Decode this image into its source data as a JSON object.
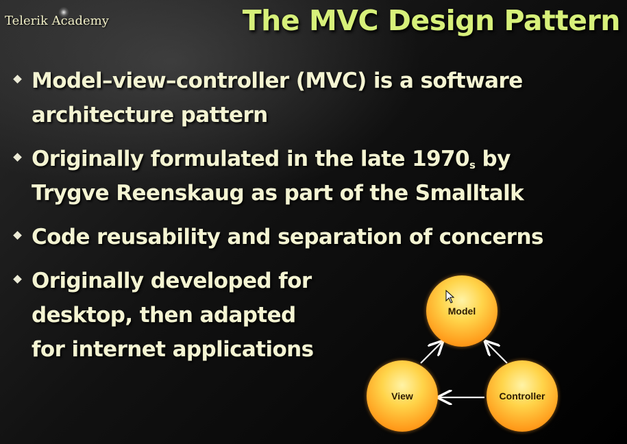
{
  "slide": {
    "brand": "Telerik Academy",
    "title": "The MVC Design Pattern",
    "bullets": [
      {
        "lines": [
          "Model–view–controller (MVC) is a software",
          "architecture pattern"
        ]
      },
      {
        "line1_prefix": "Originally formulated in the late 1970",
        "line1_sub": "s",
        "line1_suffix": " by",
        "line2": "Trygve Reenskaug as part of the Smalltalk"
      },
      {
        "lines": [
          "Code reusability and separation of concerns"
        ]
      },
      {
        "lines": [
          "Originally developed for",
          "desktop, then adapted",
          "for internet applications"
        ]
      }
    ],
    "diagram": {
      "nodes": {
        "model": "Model",
        "view": "View",
        "controller": "Controller"
      }
    }
  }
}
